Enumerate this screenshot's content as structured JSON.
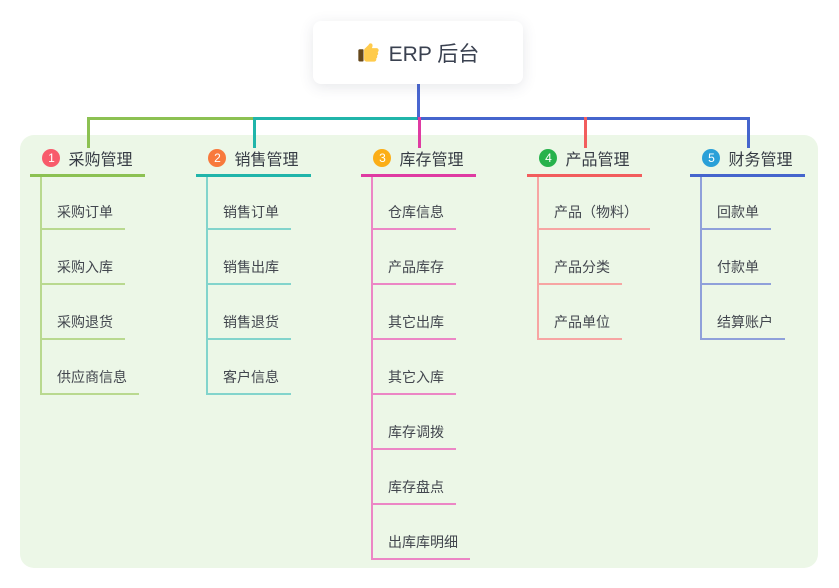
{
  "root": {
    "label": "ERP 后台",
    "icon": "thumbs-up-icon",
    "line_color": "#4a67d1"
  },
  "theme": {
    "panel_bg": "#ecf7e7",
    "header_text_color": "#373c45",
    "child_text_color": "#42464e"
  },
  "branches": [
    {
      "index": "1",
      "label": "采购管理",
      "circle_color": "#f85b6b",
      "line_color": "#8cc152",
      "child_line_color": "#b9d98f",
      "children": [
        "采购订单",
        "采购入库",
        "采购退货",
        "供应商信息"
      ]
    },
    {
      "index": "2",
      "label": "销售管理",
      "circle_color": "#f8793c",
      "line_color": "#20b5aa",
      "child_line_color": "#82d4cc",
      "children": [
        "销售订单",
        "销售出库",
        "销售退货",
        "客户信息"
      ]
    },
    {
      "index": "3",
      "label": "库存管理",
      "circle_color": "#fbae17",
      "line_color": "#df3ba2",
      "child_line_color": "#ec86c5",
      "children": [
        "仓库信息",
        "产品库存",
        "其它出库",
        "其它入库",
        "库存调拨",
        "库存盘点",
        "出库库明细"
      ]
    },
    {
      "index": "4",
      "label": "产品管理",
      "circle_color": "#27b24c",
      "line_color": "#f25d5d",
      "child_line_color": "#f7a5a3",
      "children": [
        "产品（物料）",
        "产品分类",
        "产品单位"
      ]
    },
    {
      "index": "5",
      "label": "财务管理",
      "circle_color": "#2aa0d8",
      "line_color": "#4565cd",
      "child_line_color": "#8fa0da",
      "children": [
        "回款单",
        "付款单",
        "结算账户"
      ]
    }
  ]
}
